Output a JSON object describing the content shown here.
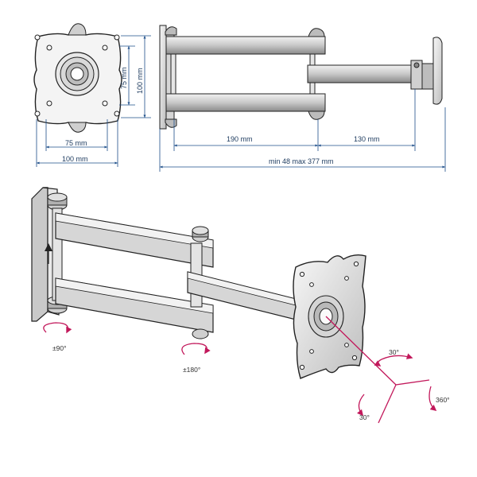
{
  "colors": {
    "dimension_line": "#1e4f8a",
    "metal_dark": "#3c3c3c",
    "metal_light": "#d9d9d9",
    "rotation_arrow": "#c2185b",
    "text": "#1c3a5e"
  },
  "dimensions": {
    "plate_width_inner": "75 mm",
    "plate_width_outer": "100 mm",
    "plate_height_inner": "75 mm",
    "plate_height_outer": "100 mm",
    "arm_first": "190 mm",
    "arm_second": "130 mm",
    "extension": "min 48 max 377 mm"
  },
  "rotations": {
    "wall_swivel": "±90°",
    "arm_joint": "±180°",
    "tilt": "30°",
    "swivel": "30°",
    "rotate": "360°"
  },
  "icons": [
    "up-arrow-icon",
    "rotation-arrow-icon"
  ]
}
